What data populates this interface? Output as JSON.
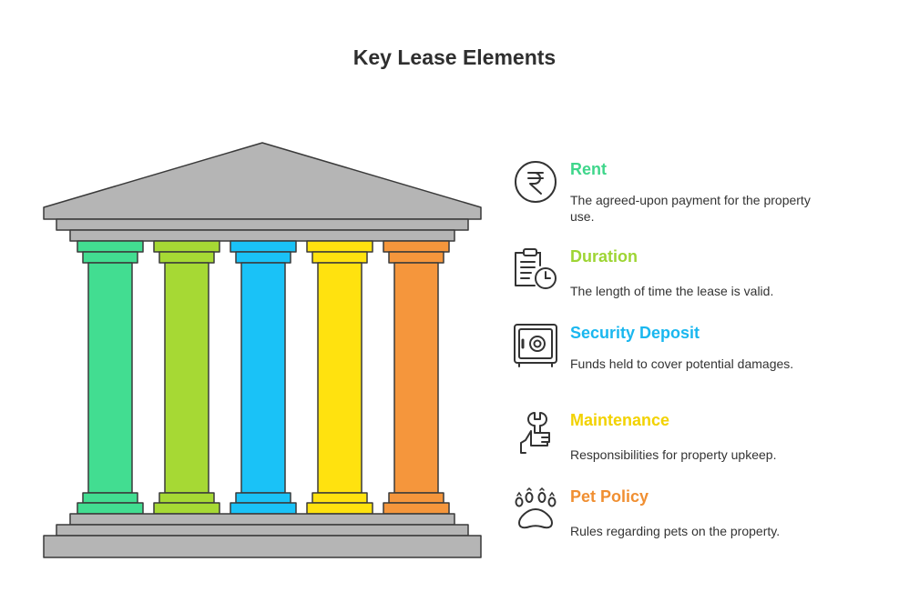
{
  "title": "Key Lease Elements",
  "colors": {
    "roof": "#b5b5b5",
    "outline": "#3a3a3a",
    "rent": "#42dd91",
    "duration": "#a6d934",
    "security_deposit": "#1ac2f7",
    "maintenance": "#ffe20f",
    "pet_policy": "#f5963c",
    "heading_rent": "#3fd68b",
    "heading_duration": "#9ed534",
    "heading_security": "#1ab7ef",
    "heading_maintenance": "#f2d200",
    "heading_pet": "#f08f32"
  },
  "items": [
    {
      "heading": "Rent",
      "description": "The agreed-upon payment for the property use.",
      "icon": "rupee-icon"
    },
    {
      "heading": "Duration",
      "description": "The length of time the lease is valid.",
      "icon": "clipboard-clock-icon"
    },
    {
      "heading": "Security Deposit",
      "description": "Funds held to cover potential damages.",
      "icon": "safe-icon"
    },
    {
      "heading": "Maintenance",
      "description": "Responsibilities for property upkeep.",
      "icon": "wrench-hand-icon"
    },
    {
      "heading": "Pet Policy",
      "description": "Rules regarding pets on the property.",
      "icon": "paw-icon"
    }
  ]
}
